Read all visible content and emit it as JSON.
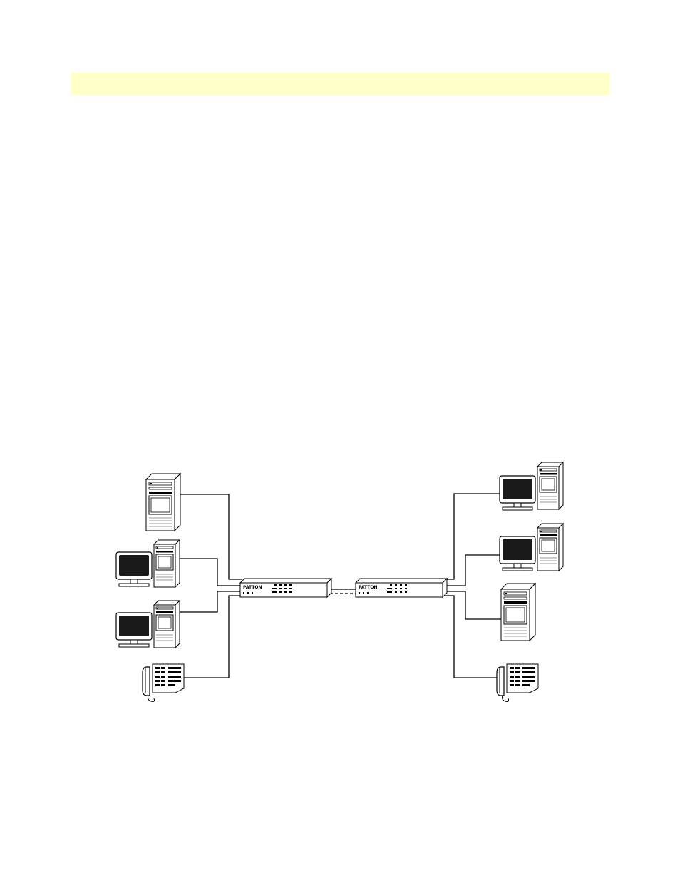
{
  "header": {
    "title": "",
    "color": "#ffffc8"
  },
  "diagram": {
    "devices": [
      {
        "id": "left-router",
        "type": "router",
        "brand_label": "PATTON"
      },
      {
        "id": "right-router",
        "type": "router",
        "brand_label": "PATTON"
      },
      {
        "id": "left-server",
        "type": "server"
      },
      {
        "id": "left-workstation-1",
        "type": "workstation"
      },
      {
        "id": "left-workstation-2",
        "type": "workstation"
      },
      {
        "id": "left-phone",
        "type": "phone"
      },
      {
        "id": "right-workstation-1",
        "type": "workstation"
      },
      {
        "id": "right-workstation-2",
        "type": "workstation"
      },
      {
        "id": "right-server",
        "type": "server"
      },
      {
        "id": "right-phone",
        "type": "phone"
      }
    ],
    "links": [
      {
        "from": "left-router",
        "to": "right-router",
        "style": "dashed"
      }
    ],
    "line_color": "#000000"
  }
}
